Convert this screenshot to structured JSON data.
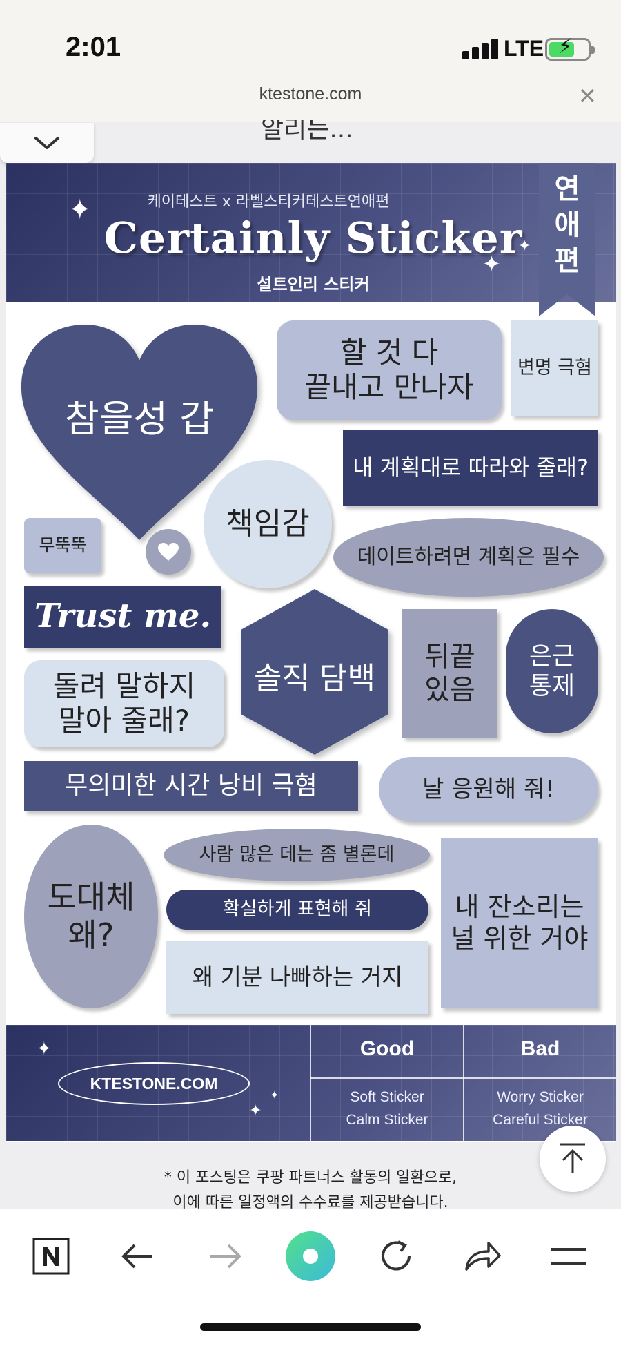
{
  "status_bar": {
    "time": "2:01",
    "carrier": "LTE"
  },
  "browser": {
    "url": "ktestone.com"
  },
  "page": {
    "cutoff_heading": "알리는...",
    "banner": {
      "subtitle": "케이테스트 x 라벨스티커테스트연애편",
      "title": "Certainly Sticker",
      "title_ko": "설트인리 스티커",
      "ribbon": [
        "연",
        "애",
        "편"
      ]
    },
    "stickers": {
      "heart": "참을성 갑",
      "do_it_all": [
        "할 것 다",
        "끝내고 만나자"
      ],
      "excuse": "변명 극혐",
      "follow_plan": "내 계획대로 따라와 줄래?",
      "responsibility": "책임감",
      "blunt": "무뚝뚝",
      "date_plan": "데이트하려면 계획은 필수",
      "trust": "Trust me.",
      "honest": "솔직 담백",
      "grudge": [
        "뒤끝",
        "있음"
      ],
      "control": [
        "은근",
        "통제"
      ],
      "straight_talk": [
        "돌려 말하지",
        "말아 줄래?"
      ],
      "waste_time": "무의미한 시간 낭비 극혐",
      "cheer": "날 응원해 줘!",
      "why": [
        "도대체",
        "왜?"
      ],
      "crowds": "사람 많은 데는 좀 별론데",
      "express": "확실하게 표현해 줘",
      "bad_mood": "왜 기분 나빠하는 거지",
      "nagging": [
        "내 잔소리는",
        "널 위한 거야"
      ]
    },
    "footer": {
      "site": "KTESTONE.COM",
      "good_header": "Good",
      "bad_header": "Bad",
      "good_items": [
        "Soft Sticker",
        "Calm Sticker"
      ],
      "bad_items": [
        "Worry Sticker",
        "Careful Sticker"
      ]
    },
    "disclaimer": [
      "* 이 포스팅은 쿠팡 파트너스 활동의 일환으로,",
      "이에 따른 일정액의 수수료를 제공받습니다."
    ]
  },
  "colors": {
    "sticker_dark": "#4a5380",
    "sticker_navy": "#343c6b",
    "sticker_mid": "#b6bdd6",
    "sticker_light": "#d8e2ef",
    "sticker_grey": "#9ea1ba"
  },
  "toolbar_icons": [
    "naver-n-icon",
    "back-arrow-icon",
    "forward-arrow-icon",
    "green-dot-icon",
    "reload-icon",
    "share-icon",
    "menu-icon"
  ]
}
